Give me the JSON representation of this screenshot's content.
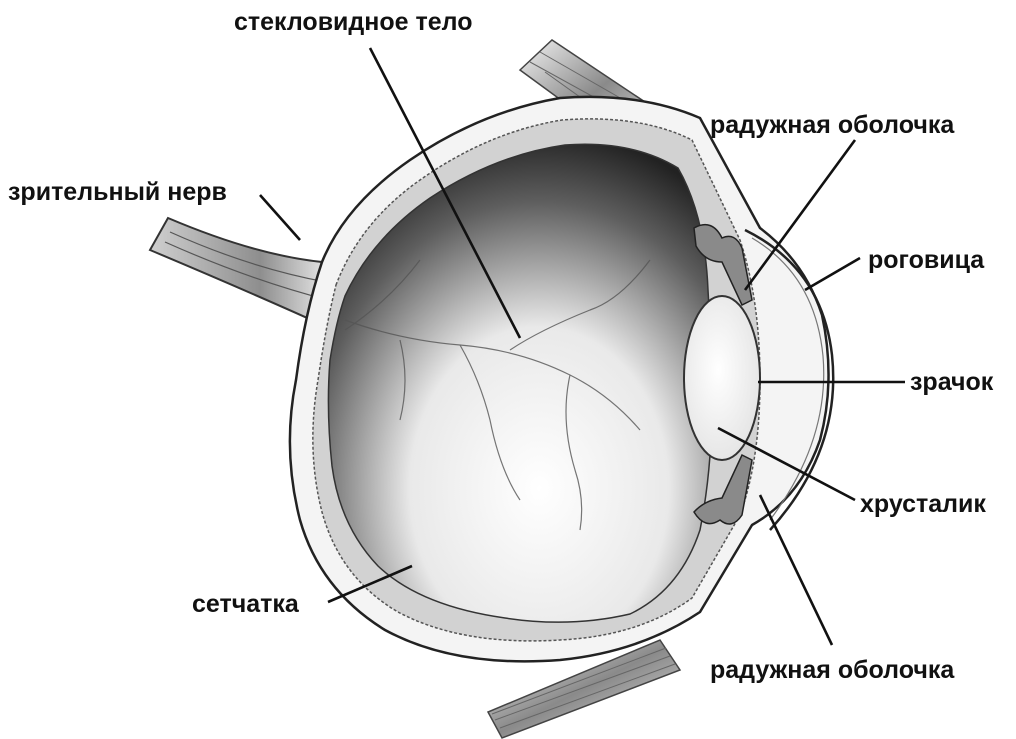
{
  "labels": {
    "vitreous_body": "стекловидное тело",
    "iris_top": "радужная оболочка",
    "optic_nerve": "зрительный нерв",
    "cornea": "роговица",
    "pupil": "зрачок",
    "lens": "хрусталик",
    "retina": "сетчатка",
    "iris_bottom": "радужная оболочка"
  }
}
